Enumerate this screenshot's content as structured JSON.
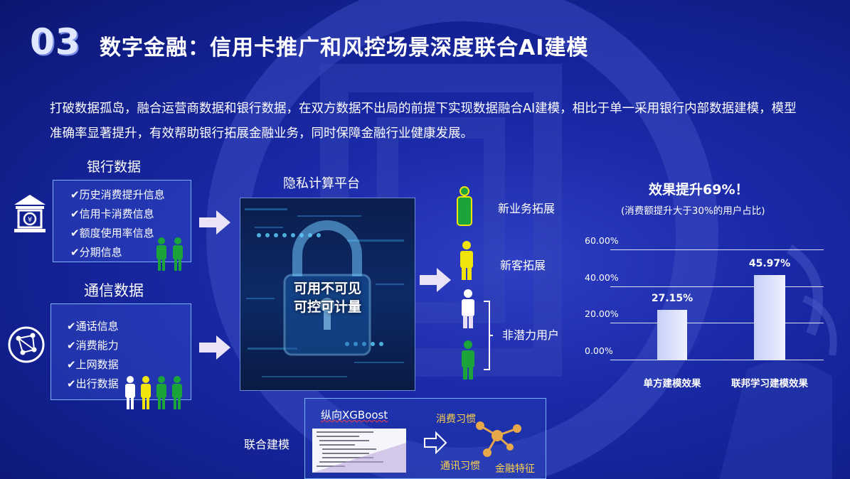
{
  "header": {
    "section_number": "03",
    "title": "数字金融：信用卡推广和风控场景深度联合AI建模"
  },
  "intro": "打破数据孤岛，融合运营商数据和银行数据，在双方数据不出局的前提下实现数据融合AI建模，相比于单一采用银行内部数据建模，模型准确率显著提升，有效帮助银行拓展金融业务，同时保障金融行业健康发展。",
  "bank_data": {
    "title": "银行数据",
    "icon": "bank-icon",
    "items": [
      "✔历史消费提升信息",
      "✔信用卡消费信息",
      "✔额度使用率信息",
      "✔分期信息"
    ]
  },
  "telecom_data": {
    "title": "通信数据",
    "icon": "network-icon",
    "items": [
      "✔通话信息",
      "✔消费能力",
      "✔上网数据",
      "✔出行数据"
    ]
  },
  "privacy_platform": {
    "title": "隐私计算平台",
    "line1": "可用不可见",
    "line2": "可控可计量"
  },
  "outputs": {
    "new_business": "新业务拓展",
    "new_customers": "新客拓展",
    "non_potential": "非潜力用户"
  },
  "joint_modeling": {
    "label": "联合建模",
    "algorithm": "纵向XGBoost",
    "features": [
      "消费习惯",
      "通讯习惯",
      "金融特征"
    ]
  },
  "colors": {
    "person_green": "#1aa43a",
    "person_yellow": "#f1e40a",
    "person_white": "#ffffff",
    "feature_text": "#ffd24a",
    "molecule": "#e7a84a"
  },
  "chart_data": {
    "type": "bar",
    "title": "效果提升69%！",
    "subtitle": "(消费额提升大于30%的用户占比)",
    "categories": [
      "单方建模效果",
      "联邦学习建模效果"
    ],
    "values": [
      27.15,
      45.97
    ],
    "value_labels": [
      "27.15%",
      "45.97%"
    ],
    "ylim": [
      0,
      60
    ],
    "yticks": [
      "0.00%",
      "20.00%",
      "40.00%",
      "60.00%"
    ],
    "grid": true
  }
}
